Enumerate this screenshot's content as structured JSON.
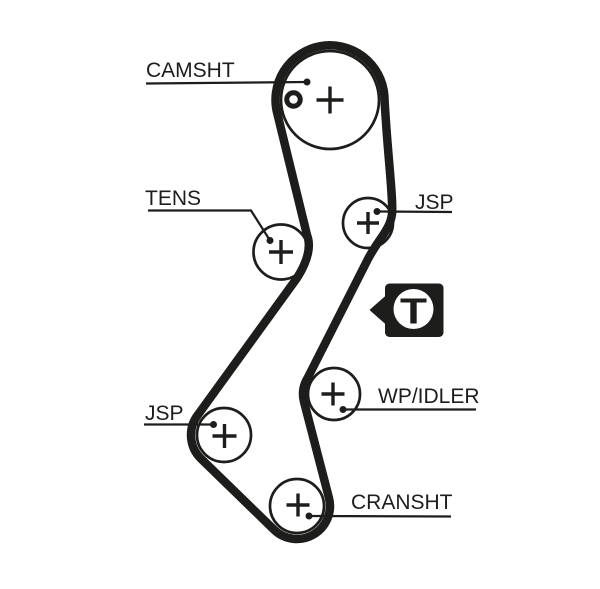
{
  "diagram": {
    "type": "timing-belt-routing",
    "background_color": "#ffffff",
    "line_color": "#1d1d1b",
    "labels": {
      "camshaft": "CAMSHT",
      "tensioner": "TENS",
      "jsp_upper": "JSP",
      "wp_idler": "WP/IDLER",
      "jsp_lower": "JSP",
      "crankshaft": "CRANSHT"
    },
    "logo": {
      "letter": "T"
    }
  }
}
